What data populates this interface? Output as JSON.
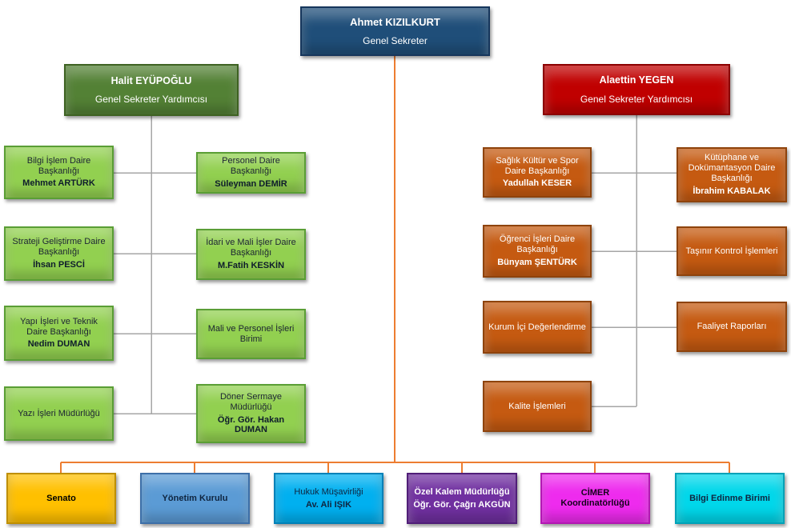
{
  "org": {
    "root": {
      "name": "Ahmet KIZILKURT",
      "title": "Genel Sekreter"
    },
    "deputy_left": {
      "name": "Halit EYÜPOĞLU",
      "title": "Genel Sekreter Yardımcısı"
    },
    "deputy_right": {
      "name": "Alaettin YEGEN",
      "title": "Genel Sekreter Yardımcısı"
    },
    "left_col1": [
      {
        "label": "Bilgi İşlem Daire Başkanlığı",
        "person": "Mehmet ARTÜRK"
      },
      {
        "label": "Strateji Geliştirme Daire Başkanlığı",
        "person": "İhsan PESCİ"
      },
      {
        "label": "Yapı İşleri ve Teknik Daire Başkanlığı",
        "person": "Nedim DUMAN"
      },
      {
        "label": "Yazı İşleri Müdürlüğü"
      }
    ],
    "left_col2": [
      {
        "label": "Personel Daire Başkanlığı",
        "person": "Süleyman DEMİR"
      },
      {
        "label": "İdari ve Mali İşler Daire Başkanlığı",
        "person": "M.Fatih KESKİN"
      },
      {
        "label": "Mali ve Personel İşleri Birimi"
      },
      {
        "label": "Döner Sermaye Müdürlüğü",
        "person": "Öğr. Gör. Hakan DUMAN"
      }
    ],
    "right_col1": [
      {
        "label": "Sağlık Kültür ve Spor Daire Başkanlığı",
        "person": "Yadullah KESER"
      },
      {
        "label": "Öğrenci İşleri Daire Başkanlığı",
        "person": "Bünyam ŞENTÜRK"
      },
      {
        "label": "Kurum İçi Değerlendirme"
      },
      {
        "label": "Kalite İşlemleri"
      }
    ],
    "right_col2": [
      {
        "label": "Kütüphane ve Dokümantasyon Daire Başkanlığı",
        "person": "İbrahim KABALAK"
      },
      {
        "label": "Taşınır Kontrol İşlemleri"
      },
      {
        "label": "Faaliyet Raporları"
      }
    ],
    "bottom": [
      {
        "label": "Senato"
      },
      {
        "label": "Yönetim Kurulu"
      },
      {
        "label": "Hukuk Müşavirliği",
        "person": "Av. Ali IŞIK"
      },
      {
        "label": "Özel Kalem Müdürlüğü",
        "person": "Öğr. Gör. Çağrı AKGÜN"
      },
      {
        "label": "CİMER Koordinatörlüğü"
      },
      {
        "label": "Bilgi Edinme Birimi"
      }
    ]
  },
  "colors": {
    "root_fill": "#1F4E79",
    "deputy_left_fill": "#538135",
    "deputy_right_fill": "#C00000",
    "dept_left_fill": "#92D050",
    "dept_right_fill": "#C55A11",
    "connector_orange": "#ED7D31",
    "connector_gray": "#A6A6A6",
    "senato_fill": "#FFC000",
    "yonetim_fill": "#5B9BD5",
    "hukuk_fill": "#00B0F0",
    "ozel_kalem_fill": "#7030A0",
    "cimer_fill": "#EE2BEE",
    "bilgi_edinme_fill": "#00D7EA"
  }
}
